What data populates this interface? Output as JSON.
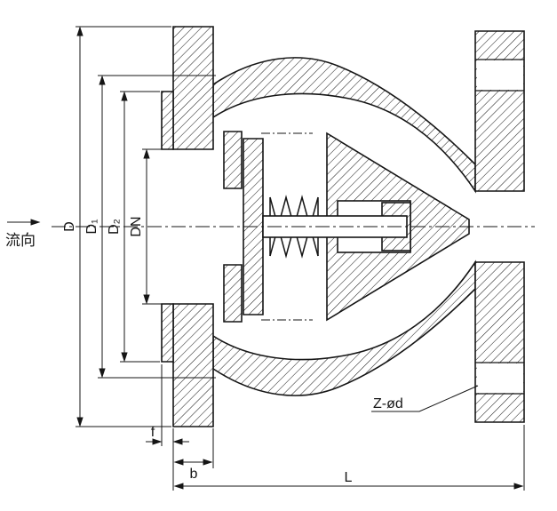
{
  "labels": {
    "flow_direction": "流向",
    "dim_D": "D",
    "dim_D1": "D₁",
    "dim_D2": "D₂",
    "dim_DN": "DN",
    "dim_f": "f",
    "dim_b": "b",
    "dim_L": "L",
    "bolt_hole_note": "Z-ød"
  },
  "colors": {
    "line": "#151515",
    "background": "#ffffff"
  }
}
